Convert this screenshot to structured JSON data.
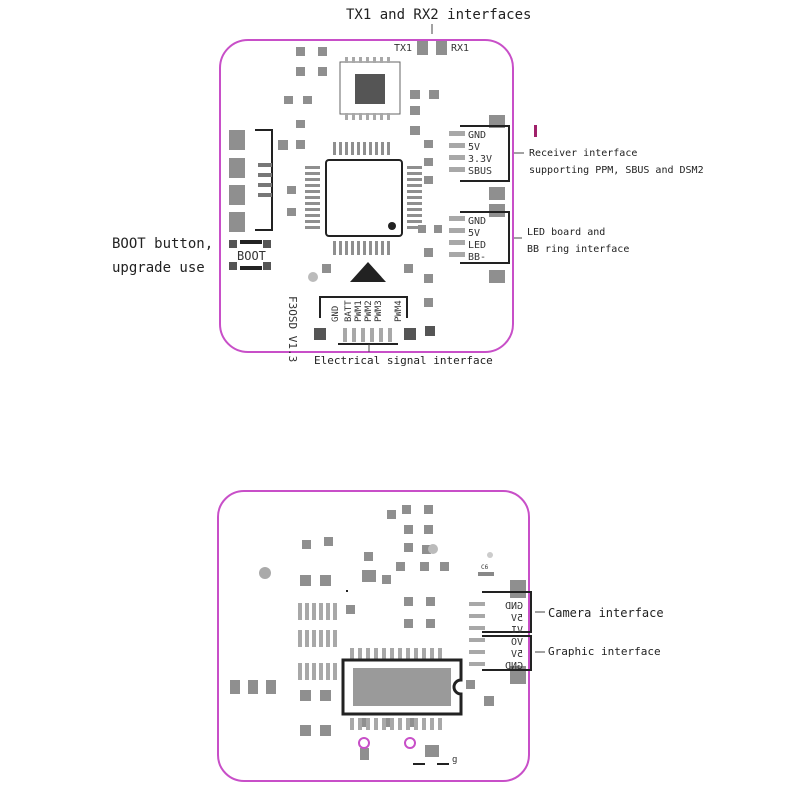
{
  "top_board": {
    "header_label": "TX1 and RX2 interfaces",
    "tx_label": "TX1",
    "rx_label": "RX1",
    "receiver_pins": [
      "GND",
      "5V",
      "3.3V",
      "SBUS"
    ],
    "receiver_label_1": "Receiver interface",
    "receiver_label_2": "supporting PPM, SBUS and DSM2",
    "led_pins": [
      "GND",
      "5V",
      "LED",
      "BB-"
    ],
    "led_label_1": "LED board and",
    "led_label_2": "BB ring interface",
    "boot_label_1": "BOOT button,",
    "boot_label_2": "upgrade use",
    "boot_silk": "BOOT",
    "version_silk": "F3OSD V1.3",
    "pwm_pins": [
      "GND",
      "BATT",
      "PWM1",
      "PWM2",
      "PWM3",
      "PWM4"
    ],
    "signal_label": "Electrical signal interface"
  },
  "bottom_board": {
    "camera_pins": [
      "GND",
      "5V",
      "VI"
    ],
    "graphic_pins": [
      "VO",
      "5V",
      "GND"
    ],
    "camera_label": "Camera interface",
    "graphic_label": "Graphic interface",
    "small_silk": "C6"
  },
  "colors": {
    "board_outline": "#c84fc8",
    "pad": "#8f8f8f",
    "text": "#222222"
  }
}
